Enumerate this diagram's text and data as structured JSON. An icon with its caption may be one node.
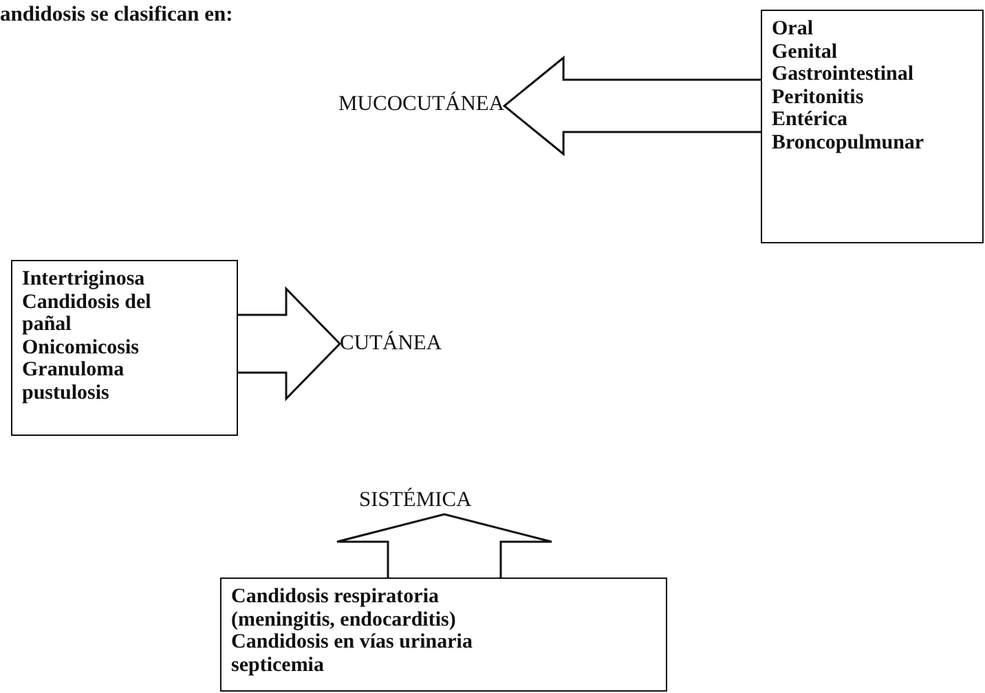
{
  "diagram": {
    "title": "andidosis se clasifican en:",
    "nodes": [
      {
        "text": [
          "MUCOCUTÁNEA"
        ]
      },
      {
        "text": [
          "Oral",
          "Genital",
          "Gastrointestinal",
          "Peritonitis",
          "Entérica",
          "Broncopulmunar"
        ]
      },
      {
        "text": [
          "Intertriginosa",
          "Candidosis del pañal",
          "Onicomicosis",
          "Granuloma",
          "pustulosis"
        ]
      },
      {
        "text": [
          "CUTÁNEA"
        ]
      },
      {
        "text": [
          "SISTÉMICA"
        ]
      },
      {
        "text": [
          "Candidosis respiratoria",
          "(meningitis, endocarditis)",
          "Candidosis en vías urinaria",
          "septicemia"
        ]
      }
    ],
    "edges": [
      {
        "from": 1,
        "to": 0,
        "arrow": "to"
      },
      {
        "from": 2,
        "to": 3,
        "arrow": "to"
      },
      {
        "from": 5,
        "to": 4,
        "arrow": "to"
      }
    ]
  }
}
